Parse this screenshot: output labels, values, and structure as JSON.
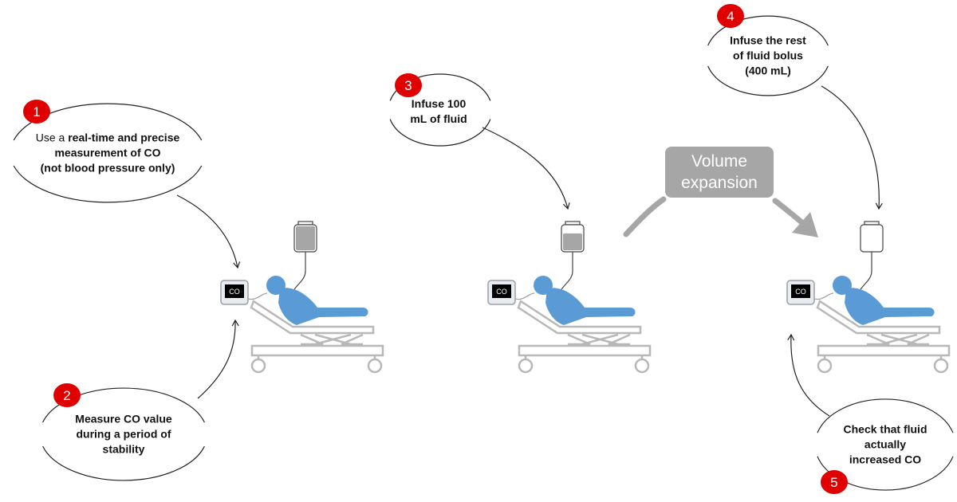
{
  "colors": {
    "patient": "#5b9bd5",
    "step_badge": "#e00000",
    "arrow_gray": "#a6a6a6",
    "bag_fill": "#a6a6a6",
    "line": "#222222"
  },
  "steps": [
    {
      "number": "1",
      "lines": [
        {
          "parts": [
            {
              "t": "Use a ",
              "b": false
            },
            {
              "t": "real-time and precise",
              "b": true
            }
          ]
        },
        {
          "parts": [
            {
              "t": "measurement of CO",
              "b": true
            }
          ]
        },
        {
          "parts": [
            {
              "t": "(not blood pressure only)",
              "b": true
            }
          ]
        }
      ]
    },
    {
      "number": "2",
      "lines": [
        {
          "parts": [
            {
              "t": "Measure CO value",
              "b": true
            }
          ]
        },
        {
          "parts": [
            {
              "t": "during a period of",
              "b": true
            }
          ]
        },
        {
          "parts": [
            {
              "t": "stability",
              "b": true
            }
          ]
        }
      ]
    },
    {
      "number": "3",
      "lines": [
        {
          "parts": [
            {
              "t": "Infuse 100",
              "b": true
            }
          ]
        },
        {
          "parts": [
            {
              "t": "mL of fluid",
              "b": true
            }
          ]
        }
      ]
    },
    {
      "number": "4",
      "lines": [
        {
          "parts": [
            {
              "t": "Infuse the rest",
              "b": true
            }
          ]
        },
        {
          "parts": [
            {
              "t": "of fluid bolus",
              "b": true
            }
          ]
        },
        {
          "parts": [
            {
              "t": "(400 mL)",
              "b": true
            }
          ]
        }
      ]
    },
    {
      "number": "5",
      "lines": [
        {
          "parts": [
            {
              "t": "Check that fluid",
              "b": true
            }
          ]
        },
        {
          "parts": [
            {
              "t": "actually",
              "b": true
            }
          ]
        },
        {
          "parts": [
            {
              "t": "increased CO",
              "b": true
            }
          ]
        }
      ]
    }
  ],
  "volume_expansion": {
    "line1": "Volume",
    "line2": "expansion"
  },
  "monitor_label": "CO",
  "scenes": [
    {
      "bag_fill": 1.0
    },
    {
      "bag_fill": 0.7
    },
    {
      "bag_fill": 0.0
    }
  ]
}
